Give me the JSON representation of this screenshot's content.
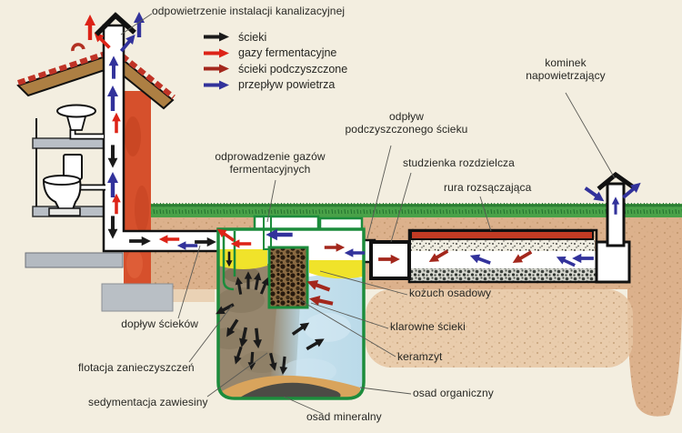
{
  "annotations": {
    "vent_installation": "odpowietrzenie instalacji kanalizacyjnej",
    "gas_removal_line1": "odprowadzenie gazów",
    "gas_removal_line2": "fermentacyjnych",
    "outflow_line1": "odpływ",
    "outflow_line2": "podczyszczonego ścieku",
    "distribution_well": "studzienka rozdzielcza",
    "drain_pipe": "rura rozsączająca",
    "vent_chimney_line1": "kominek",
    "vent_chimney_line2": "napowietrzający",
    "scum_layer": "kożuch osadowy",
    "clear_sewage": "klarowne ścieki",
    "keramzyt": "keramzyt",
    "organic_sediment": "osad organiczny",
    "mineral_sediment": "osad mineralny",
    "sewage_inflow": "dopływ ścieków",
    "flotation": "flotacja zanieczyszczeń",
    "sedimentation": "sedymentacja zawiesiny"
  },
  "legend": {
    "items": [
      {
        "label": "ścieki",
        "color": "#1a1a1a"
      },
      {
        "label": "gazy fermentacyjne",
        "color": "#dd2317"
      },
      {
        "label": "ścieki podczyszczone",
        "color": "#a3271c"
      },
      {
        "label": "przepływ powietrza",
        "color": "#32329b"
      }
    ]
  },
  "colors": {
    "sewage_arrow": "#1a1a1a",
    "fermentation_gas_arrow": "#dd2317",
    "treated_sewage_arrow": "#a3271c",
    "air_flow_arrow": "#32329b",
    "tank_outline_green": "#1c8c3c",
    "scum_yellow": "#f0e32a",
    "clear_water_blue": "#badae9",
    "grass_green": "#49a148",
    "soil_tan": "#dcb18c",
    "brick_red": "#d6502c"
  }
}
